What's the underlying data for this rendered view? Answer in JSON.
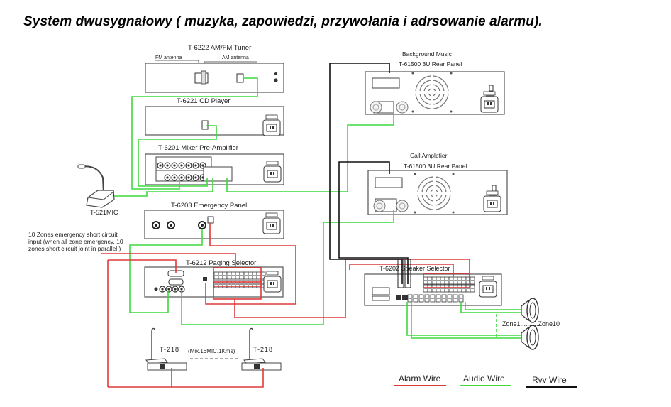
{
  "title": "System dwusygnałowy ( muzyka, zapowiedzi, przywołania i adrsowanie alarmu).",
  "devices": {
    "tuner": {
      "name": "T-6222 AM/FM Tuner",
      "fm_label": "FM antenna",
      "am_label": "AM antenna"
    },
    "cd_player": {
      "name": "T-6221 CD Player"
    },
    "mixer": {
      "name": "T-6201 Mixer Pre-Amplifier"
    },
    "mic": {
      "name": "T-521MIC"
    },
    "emergency_panel": {
      "name": "T-6203 Emergency Panel"
    },
    "paging_selector": {
      "name": "T-6212 Paging Selector"
    },
    "speaker_selector": {
      "name": "T-6202 Speaker Selector"
    },
    "bg_amp": {
      "role": "Background Music",
      "name": "T-61500 3U Rear Panel"
    },
    "call_amp": {
      "role": "Call Amplpfier",
      "name": "T-61500 3U Rear Panel"
    },
    "remote_mic_1": {
      "name": "T-218"
    },
    "remote_mic_2": {
      "name": "T-218"
    },
    "remote_mic_note": "(Mix.16MIC.1Kms)"
  },
  "note_lines": [
    "10 Zones emergency short circuit",
    "input (when all zone emergency, 10",
    "zones short circuit joint in parallel )"
  ],
  "zones_label": "Zone1..........Zone10",
  "legend": [
    {
      "label": "Alarm Wire",
      "color": "#e03a3a"
    },
    {
      "label": "Audio Wire",
      "color": "#3fd83f"
    },
    {
      "label": "Rvv Wire",
      "color": "#111111"
    }
  ],
  "colors": {
    "alarm": "#e03a3a",
    "audio": "#3fd83f",
    "rvv": "#111111",
    "device": "#444444"
  }
}
